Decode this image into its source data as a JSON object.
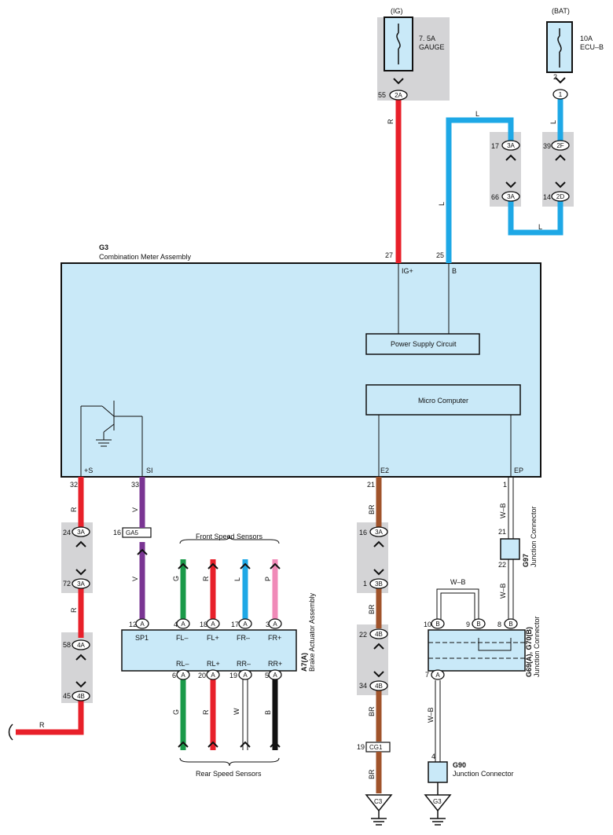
{
  "power": {
    "ig_label": "(IG)",
    "ig_fuse_line1": "7. 5A",
    "ig_fuse_line2": "GAUGE",
    "ig_pin": "55",
    "ig_conn": "2A",
    "bat_label": "(BAT)",
    "bat_fuse_line1": "10A",
    "bat_fuse_line2": "ECU–B",
    "bat_pin": "2",
    "bat_conn": "1"
  },
  "junctions": {
    "j3a_top_pin": "17",
    "j3a_top": "3A",
    "j3a_bot_pin": "66",
    "j3a_bot": "3A",
    "j2f_pin": "39",
    "j2f": "2F",
    "j2d_pin": "14",
    "j2d": "2D",
    "left_1_pin": "24",
    "left_1": "3A",
    "left_2_pin": "72",
    "left_2": "3A",
    "left_3_pin": "58",
    "left_3": "4A",
    "left_4_pin": "45",
    "left_4": "4B",
    "mid_1_pin": "16",
    "mid_1": "3A",
    "mid_2_pin": "1",
    "mid_2": "3B",
    "mid_3_pin": "22",
    "mid_3": "4B",
    "mid_4_pin": "34",
    "mid_4": "4B"
  },
  "wires": {
    "r": "R",
    "l": "L",
    "v": "V",
    "br": "BR",
    "wb": "W–B",
    "g": "G",
    "w": "W",
    "b": "B",
    "p": "P"
  },
  "meter": {
    "code": "G3",
    "name": "Combination Meter Assembly",
    "pin_27": "27",
    "pin_25": "25",
    "ig_plus": "IG+",
    "b_term": "B",
    "power_supply": "Power Supply Circuit",
    "micro": "Micro Computer",
    "pin_32": "32",
    "pin_33": "33",
    "pin_21": "21",
    "pin_1": "1",
    "plus_s": "+S",
    "si": "SI",
    "e2": "E2",
    "ep": "EP"
  },
  "connectors": {
    "ga5_pin": "16",
    "ga5": "GA5",
    "cg1_pin": "19",
    "cg1": "CG1",
    "g97_top_pin": "21",
    "g97_bot_pin": "22",
    "g97_code": "G97",
    "g97_name": "Junction Connector",
    "g69_code": "G69(A), G70(B)",
    "g69_name": "Junction Connector",
    "g69_p10": "10",
    "g69_p9": "9",
    "g69_p8": "8",
    "g69_p7": "7",
    "g90_pin": "4",
    "g90_code": "G90",
    "g90_name": "Junction Connector",
    "ground_c3": "C3",
    "ground_g3": "G3"
  },
  "actuator": {
    "code": "A7(A)",
    "name": "Brake Actuator Assembly",
    "front_sensors": "Front Speed Sensors",
    "rear_sensors": "Rear Speed Sensors",
    "sp1_pin": "12",
    "sp1": "SP1",
    "fl_minus_pin": "4",
    "fl_minus": "FL–",
    "fl_plus_pin": "18",
    "fl_plus": "FL+",
    "fr_minus_pin": "17",
    "fr_minus": "FR–",
    "fr_plus_pin": "3",
    "fr_plus": "FR+",
    "rl_minus_pin": "6",
    "rl_minus": "RL–",
    "rl_plus_pin": "20",
    "rl_plus": "RL+",
    "rr_minus_pin": "19",
    "rr_minus": "RR–",
    "rr_plus_pin": "5",
    "rr_plus": "RR+",
    "conn_letter": "A"
  },
  "colors": {
    "box_fill": "#c9e9f8",
    "shade": "#d4d4d6",
    "red": "#e8202a",
    "blue": "#1ea8e6",
    "purple": "#7a3593",
    "brown": "#a0532b",
    "green": "#1a9a49",
    "pink": "#f08ab8"
  }
}
